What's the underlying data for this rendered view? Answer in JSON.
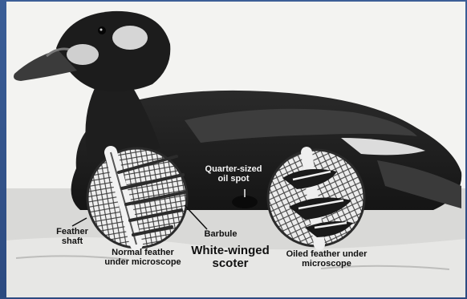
{
  "diagram": {
    "subject": "White-winged\nscoter",
    "callouts": {
      "oil_spot": "Quarter-sized\noil spot",
      "feather_shaft": "Feather\nshaft",
      "barbule": "Barbule",
      "normal_feather": "Normal feather\nunder microscope",
      "oiled_feather": "Oiled feather under\nmicroscope"
    }
  }
}
